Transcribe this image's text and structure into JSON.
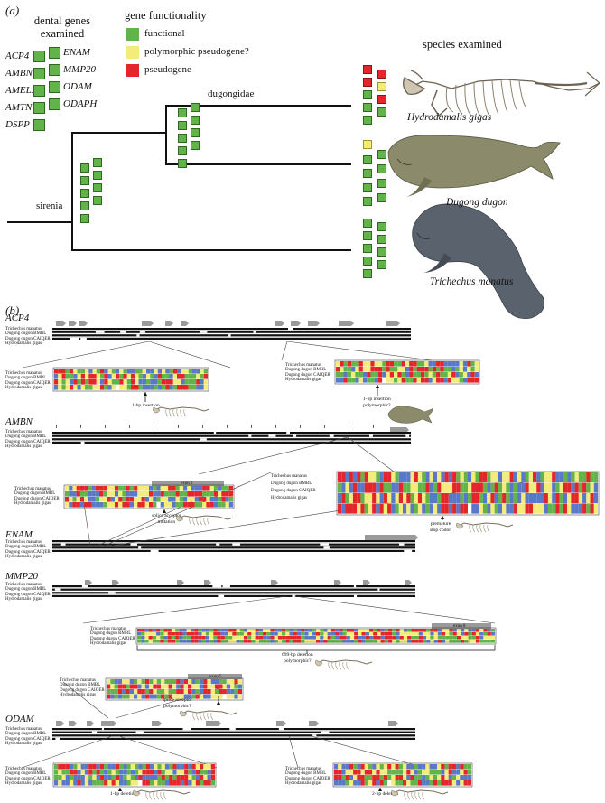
{
  "panel_a": {
    "label": "(a)",
    "genes_header": "dental genes examined",
    "genes_left": [
      "ACP4",
      "AMBN",
      "AMELX",
      "AMTN",
      "DSPP"
    ],
    "genes_right": [
      "ENAM",
      "MMP20",
      "ODAM",
      "ODAPH"
    ],
    "legend_title": "gene functionality",
    "legend": [
      {
        "label": "functional",
        "color": "#61b34a"
      },
      {
        "label": "polymorphic pseudogene?",
        "color": "#f3ec7a"
      },
      {
        "label": "pseudogene",
        "color": "#e3262b"
      }
    ],
    "species_header": "species examined",
    "clades": {
      "root": "sirenia",
      "inner": "dugongidae"
    },
    "species": [
      "Hydrodamalis gigas",
      "Dugong dugon",
      "Trichechus manatus"
    ]
  },
  "panel_b": {
    "label": "(b)",
    "genes": [
      "ACP4",
      "AMBN",
      "ENAM",
      "MMP20",
      "ODAM"
    ],
    "taxa": [
      "Trichechus manatus",
      "Dugong dugon BMBL",
      "Dugong dugon CAIQER",
      "Hydrodamalis gigas"
    ],
    "exons": [
      "exon 2",
      "exon 8",
      "exon 5"
    ],
    "annotations": {
      "acp4_a": "1-bp insertion",
      "acp4_b1": "1-bp insertion",
      "acp4_b2": "polymorphic?",
      "ambn_a1": "splice acceptor",
      "ambn_a2": "mutation",
      "ambn_b1": "premature",
      "ambn_b2": "stop codon",
      "mmp20_1": "699-bp deletion",
      "mmp20_2": "polymorphic?",
      "odam_up1": "splice acceptor",
      "odam_up2": "polymorphic?",
      "odam_a": "1-bp deletion",
      "odam_b": "2-bp deletion"
    }
  }
}
